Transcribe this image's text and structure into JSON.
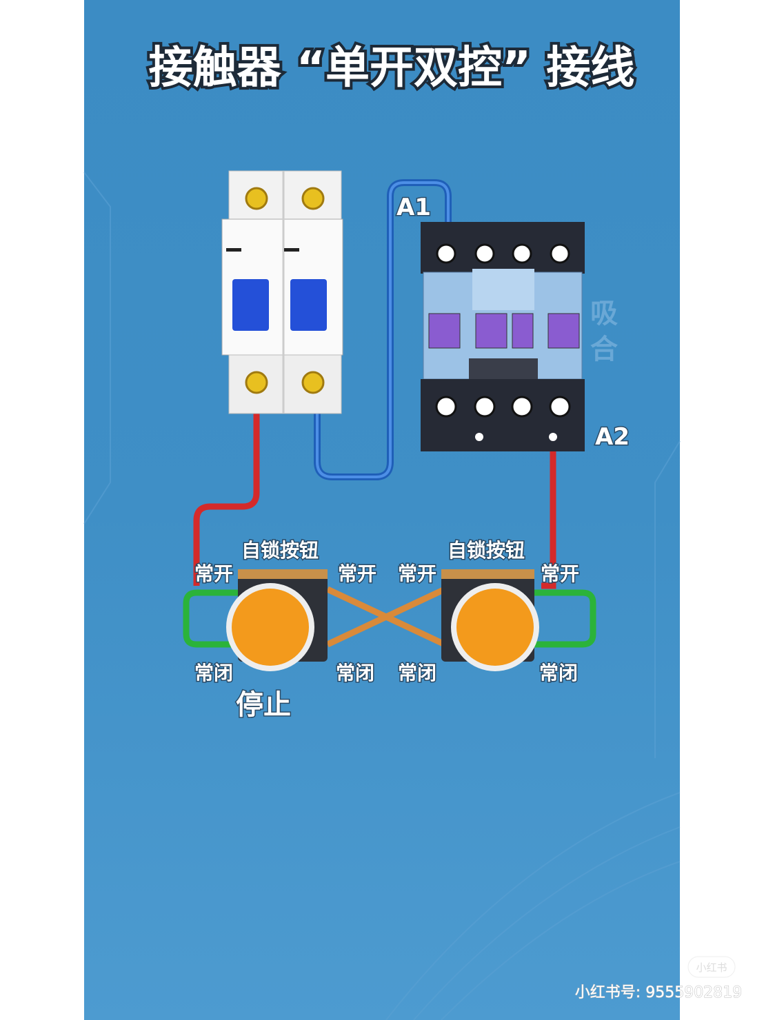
{
  "title": "接触器 “单开双控” 接线",
  "contactor": {
    "a1_label": "A1",
    "a2_label": "A2",
    "state_label_1": "吸",
    "state_label_2": "合"
  },
  "buttons": {
    "left": {
      "name": "自锁按钮",
      "no_left": "常开",
      "no_right": "常开",
      "nc_left": "常闭",
      "nc_right": "常闭",
      "function": "停止"
    },
    "right": {
      "name": "自锁按钮",
      "no_left": "常开",
      "no_right": "常开",
      "nc_left": "常闭",
      "nc_right": "常闭"
    }
  },
  "watermark": {
    "logo": "小红书",
    "account": "小红书号: 9555902819"
  },
  "colors": {
    "background": "#3f8fc6",
    "live_wire": "#d42a2a",
    "neutral_wire": "#2f6fd0",
    "nc_wire": "#2bb33a",
    "cross_wire": "#d98a3a",
    "button": "#f39a1c"
  }
}
